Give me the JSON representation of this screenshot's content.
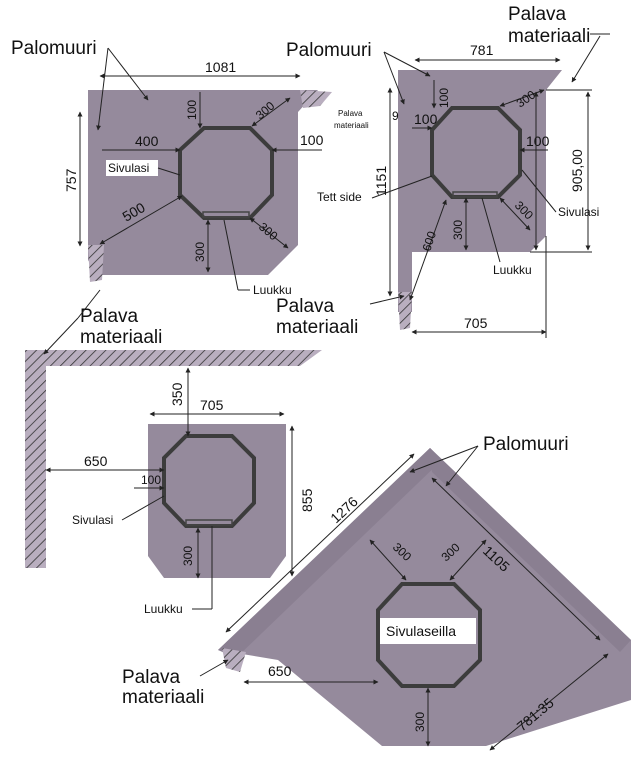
{
  "colors": {
    "plate": "#958a9c",
    "plate_light": "#9b90a4",
    "oct": "#3c3c3c",
    "line": "#222222",
    "hatch_fill": "#b9aebf"
  },
  "labels": {
    "palomuuri": "Palomuuri",
    "palava_materiaali": "Palava materiaali",
    "palava": "Palava",
    "materiaali": "materiaali",
    "sivulasi": "Sivulasi",
    "sivulaseilla": "Sivulaseilla",
    "luukku": "Luukku",
    "tett_side": "Tett side"
  },
  "diagram1": {
    "w": "1081",
    "d400": "400",
    "d100a": "100",
    "d100b": "100",
    "d300a": "300",
    "d300b": "300",
    "d300c": "300",
    "h757": "757",
    "d500": "500"
  },
  "diagram2": {
    "w781": "781",
    "d100a": "100",
    "d100b": "100",
    "d100c": "100",
    "d300a": "300",
    "d300b": "300",
    "d300c": "300",
    "h1151": "1151",
    "h905": "905,00",
    "d600": "600",
    "w705": "705",
    "d9": "9"
  },
  "diagram3": {
    "d350": "350",
    "w705": "705",
    "d650": "650",
    "d100": "100",
    "d300": "300",
    "h855": "855"
  },
  "diagram4": {
    "d1276": "1276",
    "d300a": "300",
    "d300b": "300",
    "d1105": "1105",
    "d650": "650",
    "d300c": "300",
    "d781": "781:35"
  }
}
